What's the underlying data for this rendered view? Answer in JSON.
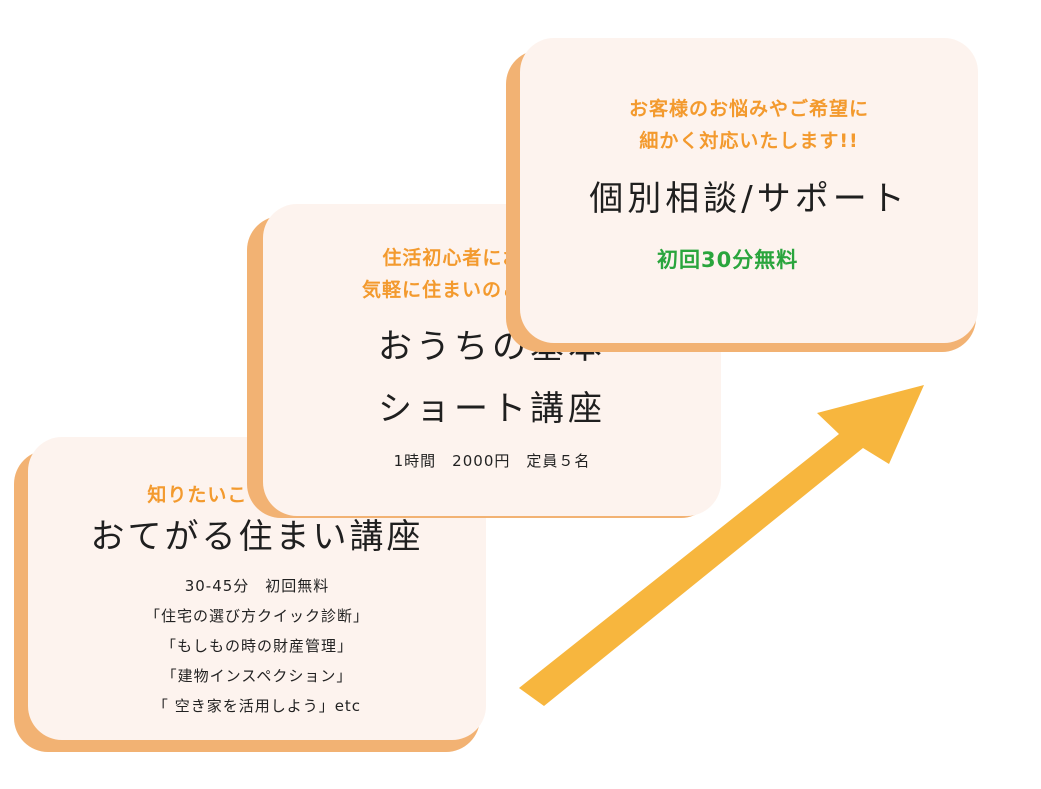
{
  "steps": [
    {
      "subtitle": "知りたいことを気軽に!!",
      "title": "おてがる住まい講座",
      "details": [
        "30-45分　初回無料",
        "「住宅の選び方クイック診断」",
        "「もしもの時の財産管理」",
        "「建物インスペクション」",
        "「 空き家を活用しよう」etc"
      ]
    },
    {
      "subtitle_lines": [
        "住活初心者におすすめ!!",
        "気軽に住まいのことを知ろう"
      ],
      "title_lines": [
        "おうちの基本",
        "ショート講座"
      ],
      "detail": "1時間　2000円　定員５名"
    },
    {
      "subtitle_lines": [
        "お客様のお悩みやご希望に",
        "細かく対応いたします!!"
      ],
      "title": "個別相談/サポート",
      "note": "初回30分無料"
    }
  ],
  "colors": {
    "card": "#fdf3ee",
    "shadow": "#f2b273",
    "subtitle": "#f39a2e",
    "arrow": "#f7b63e",
    "note": "#2aa53d"
  }
}
